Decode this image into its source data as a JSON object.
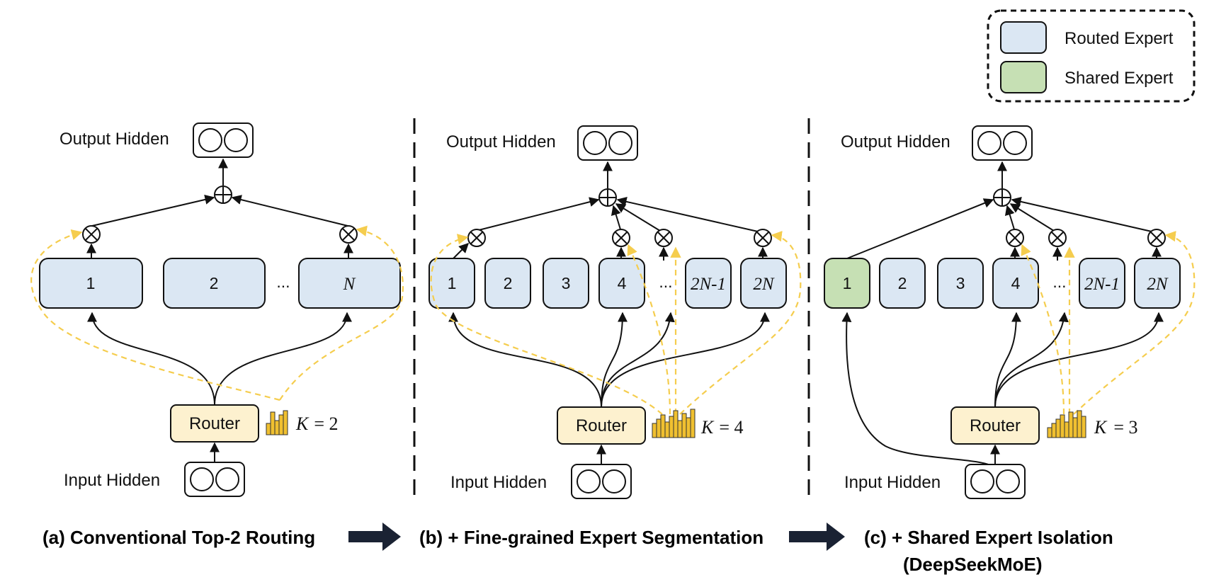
{
  "legend": {
    "routed_label": "Routed Expert",
    "shared_label": "Shared Expert",
    "routed_color": "#dbe7f3",
    "shared_color": "#c6e0b4"
  },
  "labels": {
    "output_hidden": "Output Hidden",
    "input_hidden": "Input Hidden",
    "router": "Router",
    "ellipsis": "..."
  },
  "panels": [
    {
      "k_text": "= 2",
      "k_symbol": "K",
      "experts": [
        "1",
        "2",
        "N"
      ],
      "caption": "(a) Conventional Top-2 Routing"
    },
    {
      "k_text": "= 4",
      "k_symbol": "K",
      "experts": [
        "1",
        "2",
        "3",
        "4",
        "2N-1",
        "2N"
      ],
      "caption": "(b) + Fine-grained Expert Segmentation"
    },
    {
      "k_text": "= 3",
      "k_symbol": "K",
      "experts": [
        "1",
        "2",
        "3",
        "4",
        "2N-1",
        "2N"
      ],
      "caption": "(c) + Shared Expert Isolation",
      "caption_line2": "(DeepSeekMoE)"
    }
  ],
  "colors": {
    "dashed_route": "#f5cd4e",
    "router_fill": "#fdf1cf",
    "bar_fill": "#f0c030"
  }
}
